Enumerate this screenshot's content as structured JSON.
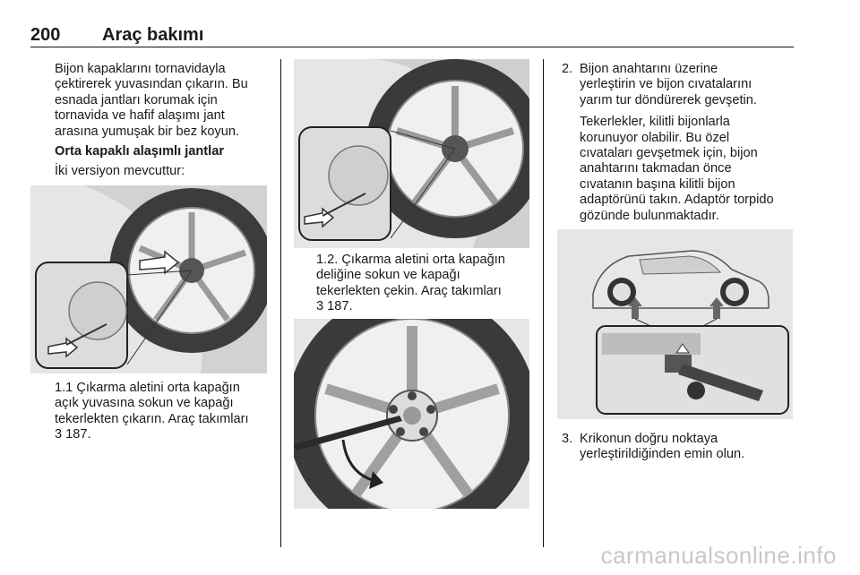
{
  "header": {
    "page_number": "200",
    "chapter_title": "Araç bakımı"
  },
  "col1": {
    "intro_lines": [
      "Bijon kapaklarını tornavidayla",
      "çektirerek yuvasından çıkarın. Bu",
      "esnada jantları korumak için",
      "tornavida ve hafif alaşımı jant",
      "arasına yumuşak bir bez koyun."
    ],
    "subheading": "Orta kapaklı alaşımlı jantlar",
    "versions_line": "İki versiyon mevcuttur:",
    "caption_lines": [
      "1.1 Çıkarma aletini orta kapağın",
      "açık yuvasına sokun ve kapağı",
      "tekerlekten çıkarın. Araç takımları",
      "3 187."
    ]
  },
  "col2": {
    "caption_lines": [
      "1.2. Çıkarma aletini orta kapağın",
      "deliğine sokun ve kapağı",
      "tekerlekten çekin. Araç takımları",
      "3 187."
    ]
  },
  "col3": {
    "step2": {
      "num": "2.",
      "lines": [
        "Bijon anahtarını üzerine",
        "yerleştirin ve bijon cıvatalarını",
        "yarım tur döndürerek gevşetin."
      ],
      "note_lines": [
        "Tekerlekler, kilitli bijonlarla",
        "korunuyor olabilir. Bu özel",
        "cıvataları gevşetmek için, bijon",
        "anahtarını takmadan önce",
        "cıvatanın başına kilitli bijon",
        "adaptörünü takın. Adaptör torpido",
        "gözünde bulunmaktadır."
      ]
    },
    "step3": {
      "num": "3.",
      "lines": [
        "Krikonun doğru noktaya",
        "yerleştirildiğinden emin olun."
      ]
    }
  },
  "watermark": "carmanualsonline.info"
}
